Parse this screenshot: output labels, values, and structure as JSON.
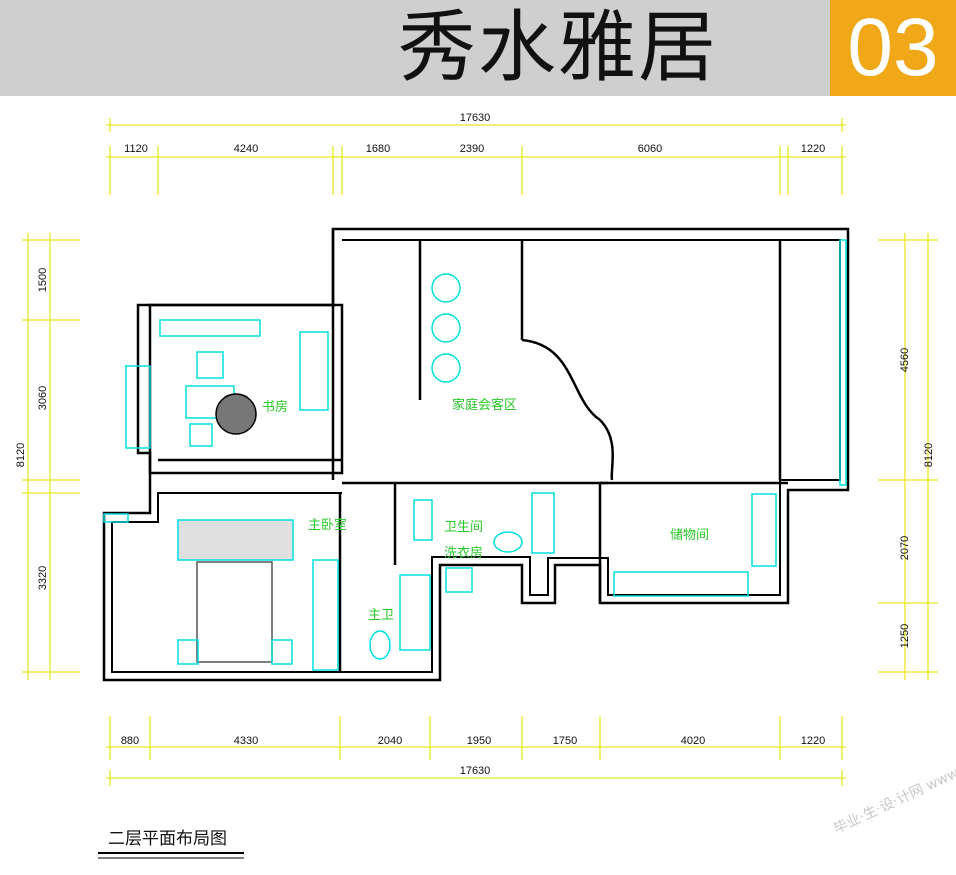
{
  "header": {
    "title": "秀水雅居",
    "page_number": "03",
    "accent_color": "#f0a818",
    "bar_color": "#cfcfcf"
  },
  "colors": {
    "wall": "#000000",
    "dimension": "#e8e820",
    "furniture": "#00e0e0",
    "label": "#28c828"
  },
  "dimensions": {
    "top_total": "17630",
    "top_segments": [
      "1120",
      "4240",
      "1680",
      "2390",
      "6060",
      "1220"
    ],
    "bottom_total": "17630",
    "bottom_segments": [
      "880",
      "4330",
      "2040",
      "1950",
      "1750",
      "4020",
      "1220"
    ],
    "left_total": "8120",
    "left_segments": [
      "1500",
      "3060",
      "3320"
    ],
    "right_total": "8120",
    "right_segments": [
      "4560",
      "2070",
      "1250"
    ]
  },
  "rooms": {
    "study": "书房",
    "family_lounge": "家庭会客区",
    "master_bedroom": "主卧室",
    "bathroom": "卫生间",
    "laundry": "洗衣房",
    "storage": "储物间",
    "master_bath": "主卫"
  },
  "caption": "二层平面布局图",
  "watermark": "毕业·生·设·计网 www.sbvv.com"
}
